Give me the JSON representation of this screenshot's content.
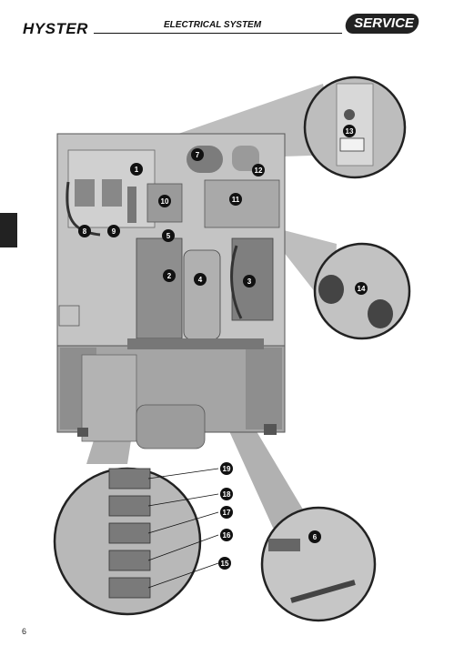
{
  "header": {
    "brand": "HYSTER",
    "section_title": "ELECTRICAL SYSTEM",
    "badge": "SERVICE"
  },
  "page_number": "6",
  "callouts": [
    "1",
    "2",
    "3",
    "4",
    "5",
    "6",
    "7",
    "8",
    "9",
    "10",
    "11",
    "12",
    "13",
    "14",
    "15",
    "16",
    "17",
    "18",
    "19"
  ],
  "colors": {
    "panel": "#b9b9b9",
    "panel_dark": "#8a8a8a",
    "marker": "#111111",
    "beam": "#9a9a9a"
  }
}
